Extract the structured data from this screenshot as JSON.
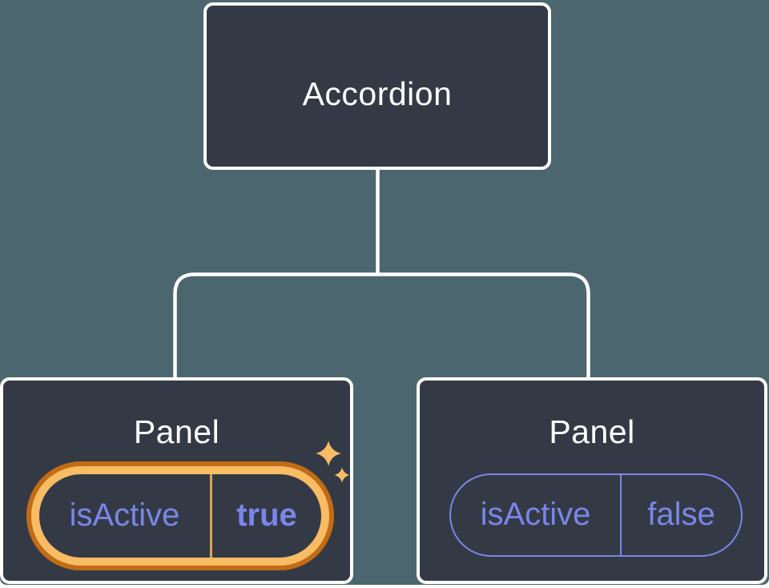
{
  "diagram": {
    "root": {
      "label": "Accordion"
    },
    "panels": [
      {
        "title": "Panel",
        "state_prop": "isActive",
        "state_value": "true",
        "highlighted": true
      },
      {
        "title": "Panel",
        "state_prop": "isActive",
        "state_value": "false",
        "highlighted": false
      }
    ],
    "icons": [
      {
        "name": "sparkles-icon",
        "meaning": "state-changed highlight"
      }
    ]
  },
  "colors": {
    "background_teal": "#4C666F",
    "box_fill": "#343A45",
    "box_border": "#FFFFFF",
    "connector": "#FFFFFF",
    "state_purple": "#7A86E8",
    "highlight_orange_dark": "#C26C15",
    "highlight_orange_light": "#F7BC64",
    "highlight_divider": "#DFA352",
    "sparkle": "#F7BC64"
  }
}
